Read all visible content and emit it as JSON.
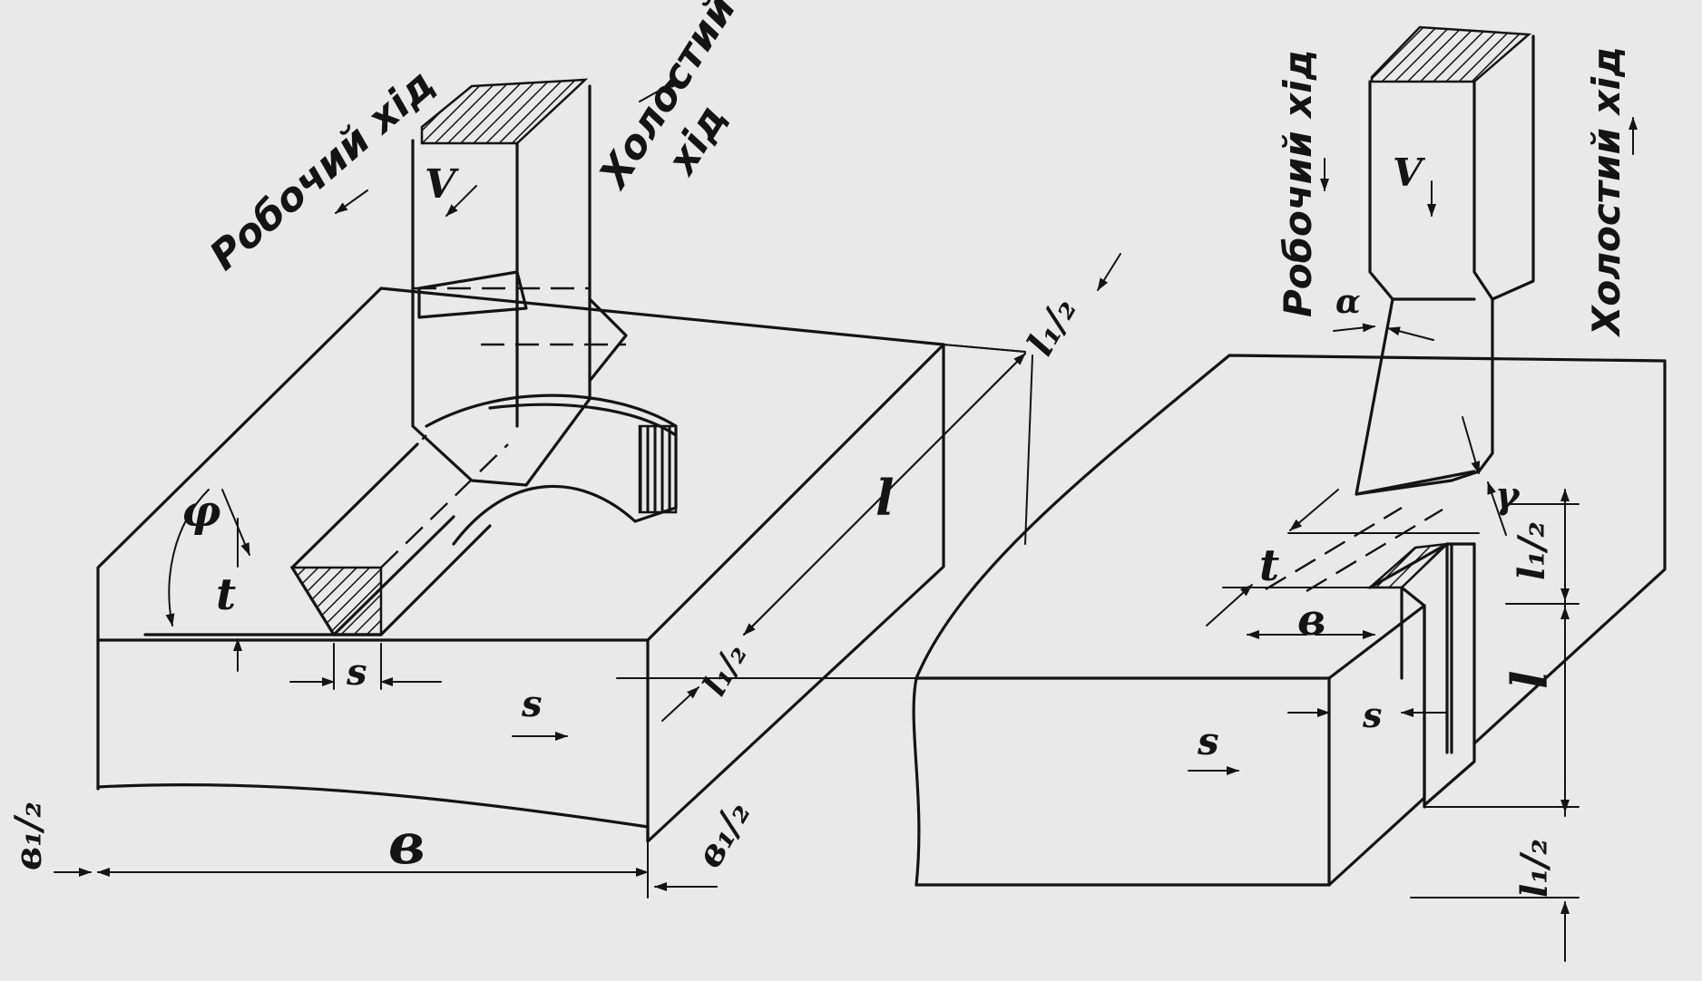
{
  "left_view": {
    "caption_working": "Робочий хід",
    "caption_idle_1": "Холостий",
    "caption_idle_2": "хід",
    "velocity": "V",
    "phi": "φ",
    "depth_t": "t",
    "feed_s_1": "s",
    "feed_s_2": "s",
    "length_l": "l",
    "l1_half_top": "l₁/₂",
    "l1_half_bottom": "l₁/₂",
    "width_b": "в",
    "b1_half_left": "в₁/₂",
    "b1_half_right": "в₁/₂"
  },
  "right_view": {
    "caption_working": "Робочий хід",
    "caption_idle": "Холостий хід",
    "velocity": "V",
    "alpha": "α",
    "gamma": "γ",
    "depth_t": "t",
    "width_b": "в",
    "feed_s_1": "s",
    "feed_s_2": "s",
    "length_l": "l",
    "l1_half_top": "l₁/₂",
    "l1_half_bottom": "l₁/₂"
  },
  "colors": {
    "ink": "#141414",
    "paper": "#e9e9e9",
    "hatch": "#141414"
  }
}
